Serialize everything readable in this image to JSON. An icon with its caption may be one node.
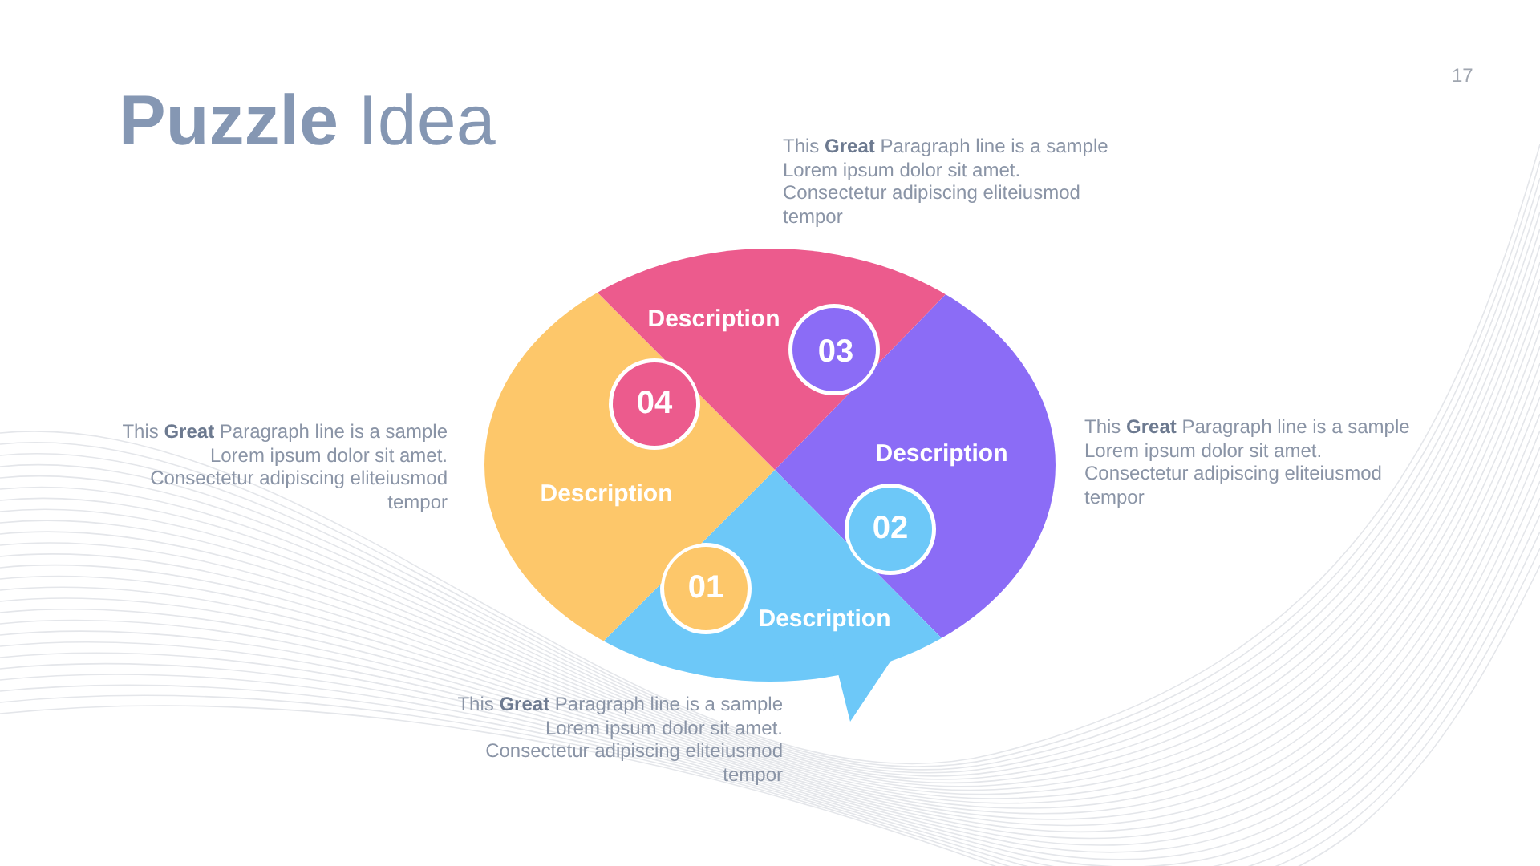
{
  "diagram": {
    "title": "**Puzzle** Idea",
    "nodes": [
      {
        "text": [
          "Description",
          "04"
        ]
      },
      {
        "text": [
          "03",
          "Description"
        ]
      },
      {
        "text": [
          "Description",
          "01"
        ]
      },
      {
        "text": [
          "02",
          "Description"
        ]
      }
    ],
    "labels": [
      "17",
      "This **Great** Paragraph line is a sample Lorem ipsum dolor sit amet. Consectetur adipiscing eliteiusmod tempor",
      "This **Great** Paragraph line is a sample Lorem ipsum dolor sit amet. Consectetur adipiscing eliteiusmod tempor",
      "This **Great** Paragraph line is a sample Lorem ipsum dolor sit amet. Consectetur adipiscing eliteiusmod tempor",
      "This **Great** Paragraph line is a sample Lorem ipsum dolor sit amet. Consectetur adipiscing eliteiusmod tempor"
    ]
  }
}
